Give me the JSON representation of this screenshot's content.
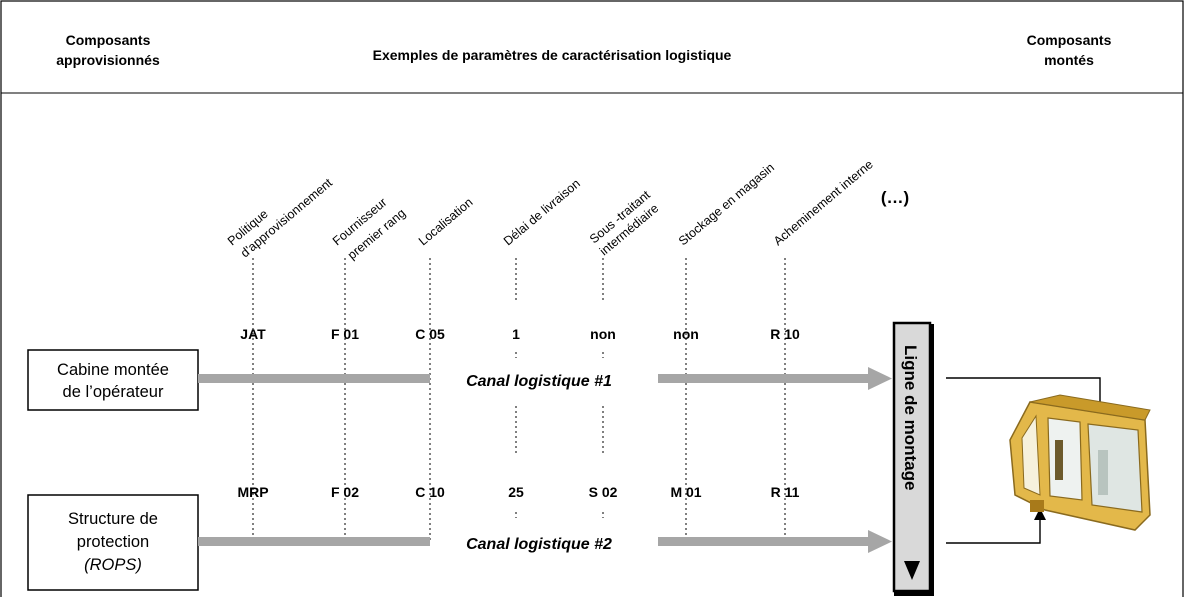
{
  "header": {
    "left_line1": "Composants",
    "left_line2": "approvisionnés",
    "center": "Exemples de paramètres de caractérisation logistique",
    "right_line1": "Composants",
    "right_line2": "montés"
  },
  "parameters": [
    {
      "line1": "Politique",
      "line2": "d'approvisionnement"
    },
    {
      "line1": "Fournisseur",
      "line2": "premier rang"
    },
    {
      "line1": "Localisation",
      "line2": ""
    },
    {
      "line1": "Délai de livraison",
      "line2": ""
    },
    {
      "line1": "Sous -traitant",
      "line2": "intermédiaire"
    },
    {
      "line1": "Stockage en magasin",
      "line2": ""
    },
    {
      "line1": "Acheminement interne",
      "line2": ""
    }
  ],
  "ellipsis": "(…)",
  "channels": [
    {
      "component_line1": "Cabine montée",
      "component_line2": "de l’opérateur",
      "component_line3": "",
      "values": [
        "JAT",
        "F 01",
        "C 05",
        "1",
        "non",
        "non",
        "R 10"
      ],
      "canal_label": "Canal logistique #1"
    },
    {
      "component_line1": "Structure de",
      "component_line2": "protection",
      "component_line3": "(ROPS)",
      "values": [
        "MRP",
        "F 02",
        "C 10",
        "25",
        "S 02",
        "M 01",
        "R 11"
      ],
      "canal_label": "Canal logistique #2"
    }
  ],
  "assembly_line_label": "Ligne de montage",
  "product_icon": "operator-cab-icon",
  "colors": {
    "channel_bar": "#a6a6a6",
    "assembly_box": "#d9d9d9",
    "cab_yellow": "#e3b84a",
    "cab_dark": "#8a6a1e"
  }
}
